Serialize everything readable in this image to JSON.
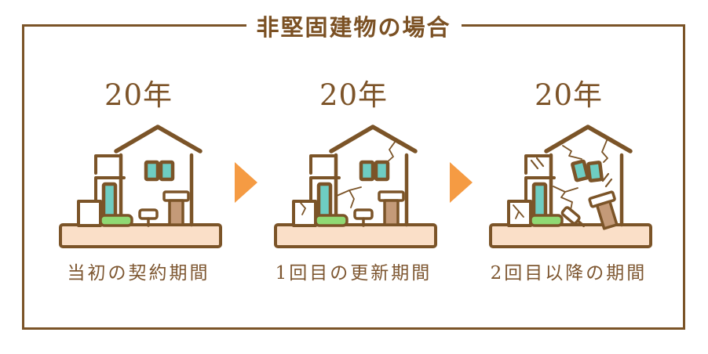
{
  "frame": {
    "title": "非堅固建物の場合"
  },
  "stages": [
    {
      "years": "20年",
      "caption": "当初の契約期間",
      "icon": "house-intact-icon"
    },
    {
      "years": "20年",
      "caption": "1回目の更新期間",
      "icon": "house-lightly-cracked-icon"
    },
    {
      "years": "20年",
      "caption": "2回目以降の期間",
      "icon": "house-heavily-damaged-icon"
    }
  ],
  "arrows": {
    "icon": "right-arrow-icon"
  },
  "colors": {
    "outline_brown": "#7b5428",
    "text_brown": "#7d5630",
    "arrow_orange": "#f59b43",
    "window_teal": "#6ecdc2",
    "bush_green": "#8fd973",
    "chimney_tan": "#c49a78",
    "ground_peach": "#fadfc8",
    "background": "#ffffff"
  }
}
